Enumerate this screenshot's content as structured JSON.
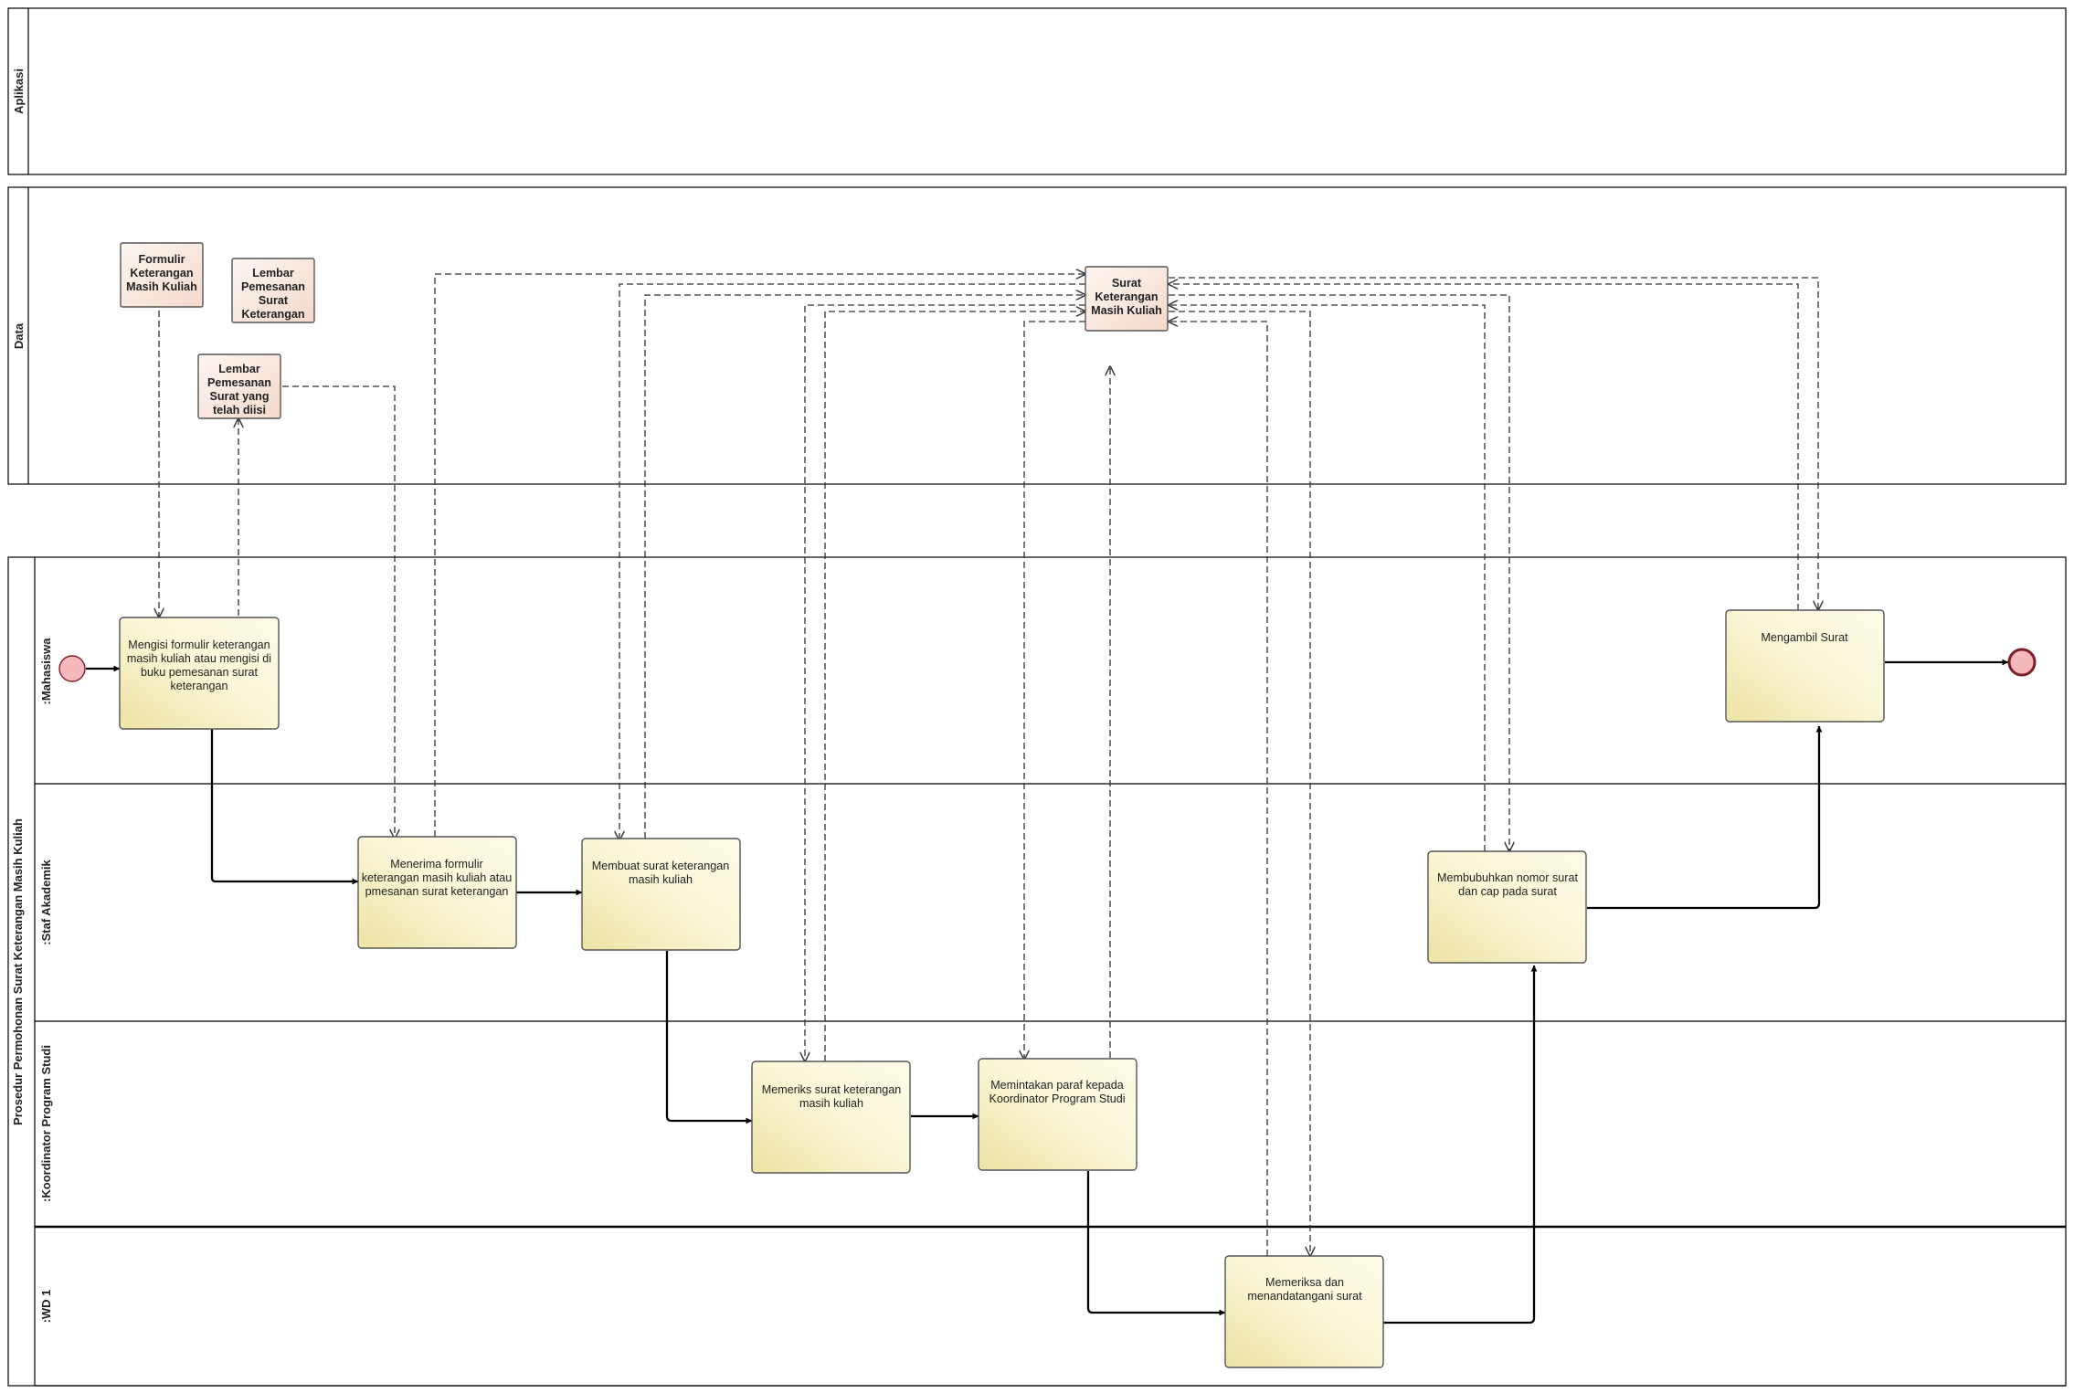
{
  "diagram": {
    "pools": {
      "aplikasi": "Aplikasi",
      "data": "Data",
      "process": "Prosedur Permohonan Surat Keterangan Masih Kuliah"
    },
    "lanes": {
      "mahasiswa": ":Mahasiswa",
      "staf": ":Staf Akademik",
      "koordinator": ":Koordinator Program Studi",
      "wd1": ":WD 1"
    },
    "data_objects": {
      "formulir": [
        "Formulir",
        "Keterangan",
        "Masih Kuliah"
      ],
      "lembar_pesan": [
        "Lembar",
        "Pemesanan",
        "Surat",
        "Keterangan"
      ],
      "lembar_diisi": [
        "Lembar",
        "Pemesanan",
        "Surat yang",
        "telah diisi"
      ],
      "surat": [
        "Surat",
        "Keterangan",
        "Masih Kuliah"
      ]
    },
    "tasks": {
      "t1": [
        "Mengisi formulir keterangan",
        "masih kuliah atau mengisi di",
        "buku pemesanan surat",
        "keterangan"
      ],
      "t2": [
        "Menerima formulir",
        "keterangan masih kuliah atau",
        "pmesanan surat keterangan"
      ],
      "t3": [
        "Membuat surat keterangan",
        "masih kuliah"
      ],
      "t4": [
        "Memeriks surat keterangan",
        "masih kuliah"
      ],
      "t5": [
        "Memintakan paraf kepada",
        "Koordinator Program Studi"
      ],
      "t6": [
        "Memeriksa dan",
        "menandatangani surat"
      ],
      "t7": [
        "Membubuhkan nomor surat",
        "dan cap pada surat"
      ],
      "t8": [
        "Mengambil Surat"
      ]
    },
    "colors": {
      "task_fill_light": "#fdfbe8",
      "task_fill_dark": "#ede3a4",
      "data_fill_light": "#fdf7f1",
      "data_fill_dark": "#f4d9cb",
      "event_fill": "#f5b8bd",
      "event_stroke": "#7a1f28"
    }
  }
}
